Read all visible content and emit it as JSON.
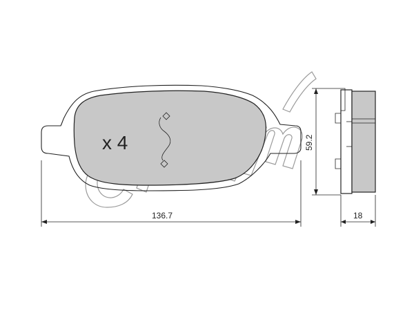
{
  "quantity_label": "x 4",
  "dimensions": {
    "width": "136.7",
    "height": "59.2",
    "thickness": "18"
  },
  "watermark": "cifam",
  "colors": {
    "pad_fill": "#c8c8c8",
    "line": "#222222",
    "watermark": "#9a9a9a"
  }
}
